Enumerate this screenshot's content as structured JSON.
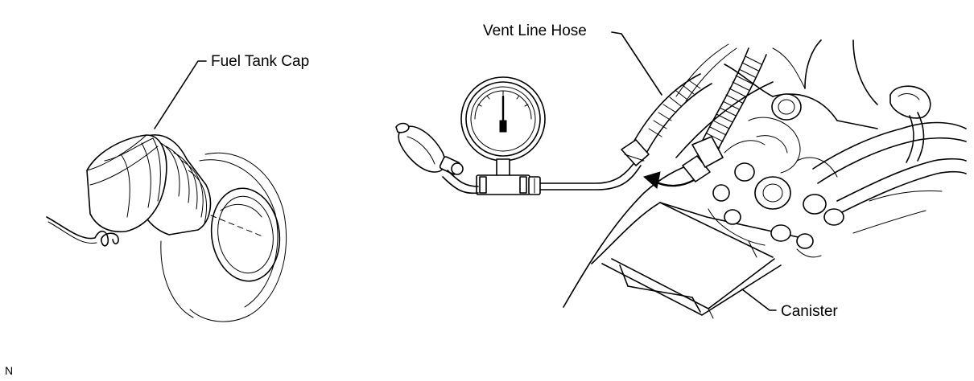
{
  "labels": {
    "fuel_tank_cap": "Fuel Tank Cap",
    "vent_line_hose": "Vent Line Hose",
    "canister": "Canister",
    "corner_code": "N"
  }
}
